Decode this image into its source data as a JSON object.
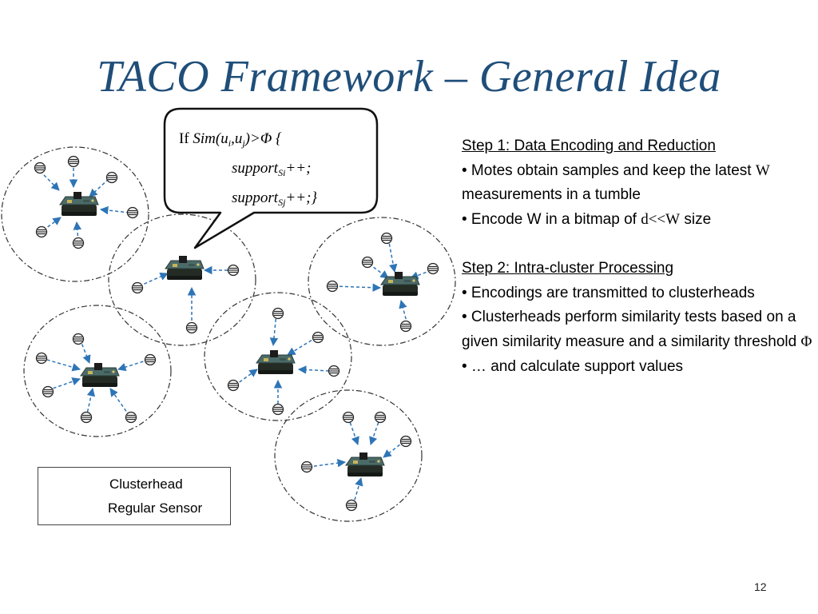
{
  "slide": {
    "title": "TACO Framework – General Idea",
    "page_number": "12"
  },
  "callout": {
    "if": "If ",
    "sim": "Sim(u",
    "sub_i": "i",
    "comma": ",u",
    "sub_j": "j",
    "cond": ")>Φ {",
    "support1": "support",
    "sub_si": "Si",
    "inc1": "++;",
    "support2": "support",
    "sub_sj": "Sj",
    "inc2": "++;}"
  },
  "steps": {
    "step1_heading": "Step 1: Data Encoding and Reduction",
    "step1_b1_a": "• Motes obtain samples and keep the latest ",
    "step1_b1_w": "W",
    "step1_b1_b": " measurements in a tumble",
    "step1_b2_a": "• Encode W in a bitmap of ",
    "step1_b2_d": "d<<W",
    "step1_b2_b": " size",
    "step2_heading": "Step 2: Intra-cluster Processing",
    "step2_b1": "• Encodings are transmitted to clusterheads",
    "step2_b2_a": "• Clusterheads perform similarity tests based on a given similarity measure and a similarity threshold ",
    "step2_b2_phi": "Φ",
    "step2_b3": "• … and calculate support values"
  },
  "legend": {
    "clusterhead_label": "Clusterhead",
    "sensor_label": "Regular Sensor"
  },
  "colors": {
    "title": "#1f4e79",
    "arrow": "#2e75b6",
    "mote_body": "#2f3d2e",
    "mote_board": "#4a6a6a"
  }
}
